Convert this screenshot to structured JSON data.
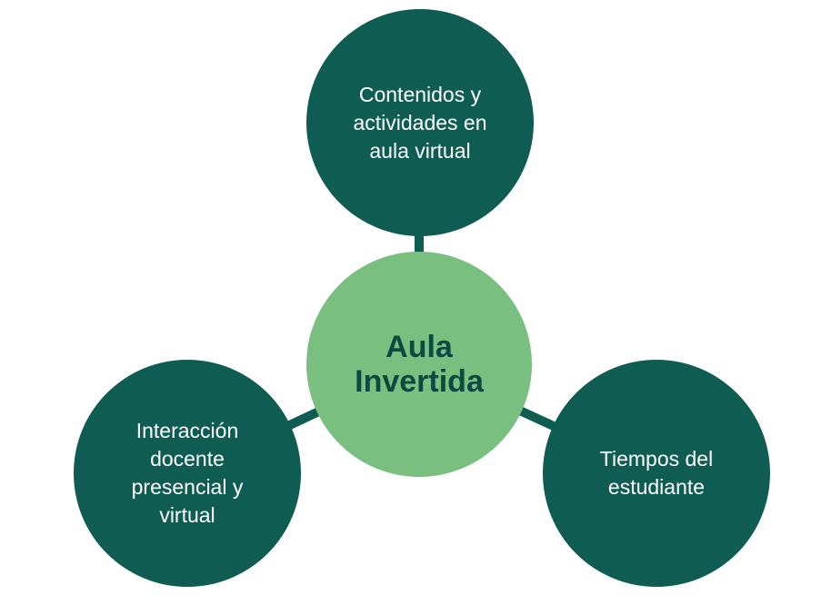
{
  "diagram": {
    "center": {
      "label": "Aula\nInvertida"
    },
    "nodes": {
      "top": {
        "label": "Contenidos y\nactividades en\naula virtual"
      },
      "left": {
        "label": "Interacción\ndocente\npresencial y\nvirtual"
      },
      "right": {
        "label": "Tiempos del\nestudiante"
      }
    }
  },
  "colors": {
    "outer_node": "#0e5c52",
    "center_node": "#79bf80",
    "center_text": "#0b4a40",
    "connector": "#0e5c52"
  }
}
